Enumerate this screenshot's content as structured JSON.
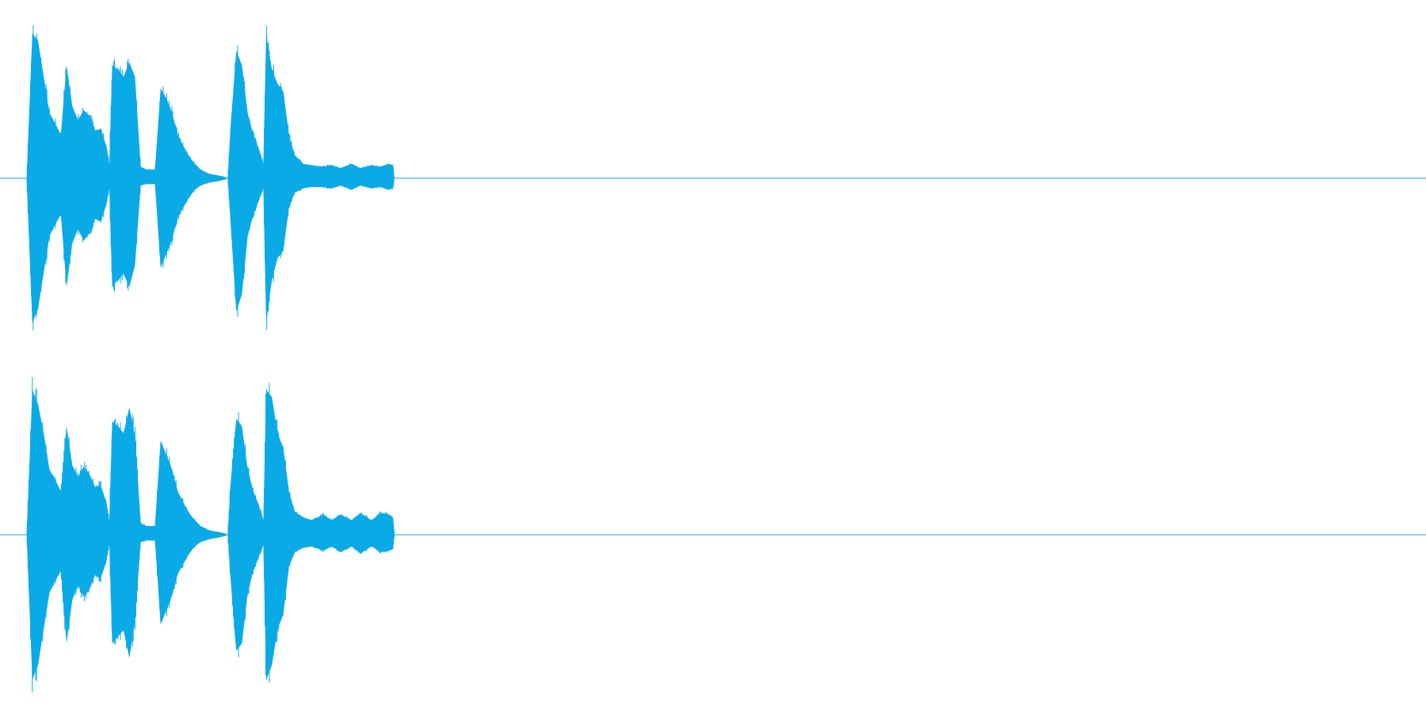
{
  "colors": {
    "background": "#ffffff",
    "waveform": "#0aaae6",
    "baseline": "#0aaae6"
  },
  "tracks": [
    {
      "channel": "left",
      "peak_envelope": [
        [
          0.0,
          0.0
        ],
        [
          0.002,
          0.0
        ],
        [
          0.006,
          1.0
        ],
        [
          0.01,
          0.95
        ],
        [
          0.014,
          0.7
        ],
        [
          0.018,
          0.45
        ],
        [
          0.022,
          0.38
        ],
        [
          0.026,
          0.3
        ],
        [
          0.03,
          0.78
        ],
        [
          0.034,
          0.5
        ],
        [
          0.038,
          0.4
        ],
        [
          0.042,
          0.47
        ],
        [
          0.046,
          0.43
        ],
        [
          0.05,
          0.33
        ],
        [
          0.054,
          0.34
        ],
        [
          0.058,
          0.22
        ],
        [
          0.06,
          0.1
        ],
        [
          0.062,
          0.78
        ],
        [
          0.066,
          0.75
        ],
        [
          0.07,
          0.7
        ],
        [
          0.074,
          0.8
        ],
        [
          0.078,
          0.7
        ],
        [
          0.082,
          0.08
        ],
        [
          0.086,
          0.06
        ],
        [
          0.088,
          0.06
        ],
        [
          0.092,
          0.06
        ],
        [
          0.096,
          0.62
        ],
        [
          0.1,
          0.55
        ],
        [
          0.104,
          0.45
        ],
        [
          0.108,
          0.3
        ],
        [
          0.112,
          0.22
        ],
        [
          0.116,
          0.15
        ],
        [
          0.12,
          0.1
        ],
        [
          0.124,
          0.06
        ],
        [
          0.13,
          0.03
        ],
        [
          0.136,
          0.02
        ],
        [
          0.141,
          0.01
        ],
        [
          0.143,
          0.0
        ],
        [
          0.145,
          0.35
        ],
        [
          0.149,
          0.88
        ],
        [
          0.153,
          0.78
        ],
        [
          0.157,
          0.45
        ],
        [
          0.161,
          0.3
        ],
        [
          0.165,
          0.2
        ],
        [
          0.168,
          0.1
        ],
        [
          0.17,
          1.0
        ],
        [
          0.174,
          0.75
        ],
        [
          0.178,
          0.65
        ],
        [
          0.182,
          0.6
        ],
        [
          0.186,
          0.3
        ],
        [
          0.19,
          0.16
        ],
        [
          0.196,
          0.1
        ],
        [
          0.202,
          0.09
        ],
        [
          0.21,
          0.08
        ],
        [
          0.216,
          0.09
        ],
        [
          0.222,
          0.07
        ],
        [
          0.23,
          0.1
        ],
        [
          0.236,
          0.07
        ],
        [
          0.244,
          0.09
        ],
        [
          0.25,
          0.08
        ],
        [
          0.256,
          0.1
        ],
        [
          0.259,
          0.09
        ],
        [
          0.26,
          0.0
        ]
      ],
      "trough_envelope": [
        [
          0.0,
          0.0
        ],
        [
          0.002,
          0.0
        ],
        [
          0.006,
          1.0
        ],
        [
          0.01,
          0.9
        ],
        [
          0.014,
          0.65
        ],
        [
          0.018,
          0.4
        ],
        [
          0.022,
          0.32
        ],
        [
          0.026,
          0.25
        ],
        [
          0.03,
          0.75
        ],
        [
          0.034,
          0.45
        ],
        [
          0.038,
          0.35
        ],
        [
          0.042,
          0.43
        ],
        [
          0.046,
          0.38
        ],
        [
          0.05,
          0.28
        ],
        [
          0.054,
          0.3
        ],
        [
          0.058,
          0.18
        ],
        [
          0.06,
          0.07
        ],
        [
          0.062,
          0.75
        ],
        [
          0.066,
          0.7
        ],
        [
          0.07,
          0.66
        ],
        [
          0.074,
          0.75
        ],
        [
          0.078,
          0.6
        ],
        [
          0.082,
          0.05
        ],
        [
          0.086,
          0.04
        ],
        [
          0.088,
          0.04
        ],
        [
          0.092,
          0.04
        ],
        [
          0.096,
          0.62
        ],
        [
          0.1,
          0.52
        ],
        [
          0.104,
          0.42
        ],
        [
          0.108,
          0.27
        ],
        [
          0.112,
          0.2
        ],
        [
          0.116,
          0.13
        ],
        [
          0.12,
          0.08
        ],
        [
          0.124,
          0.05
        ],
        [
          0.13,
          0.03
        ],
        [
          0.136,
          0.02
        ],
        [
          0.141,
          0.01
        ],
        [
          0.143,
          0.0
        ],
        [
          0.145,
          0.3
        ],
        [
          0.149,
          0.92
        ],
        [
          0.153,
          0.8
        ],
        [
          0.157,
          0.4
        ],
        [
          0.161,
          0.25
        ],
        [
          0.165,
          0.15
        ],
        [
          0.168,
          0.07
        ],
        [
          0.17,
          1.0
        ],
        [
          0.174,
          0.7
        ],
        [
          0.178,
          0.55
        ],
        [
          0.182,
          0.5
        ],
        [
          0.186,
          0.2
        ],
        [
          0.19,
          0.1
        ],
        [
          0.196,
          0.07
        ],
        [
          0.202,
          0.06
        ],
        [
          0.21,
          0.06
        ],
        [
          0.216,
          0.07
        ],
        [
          0.222,
          0.05
        ],
        [
          0.23,
          0.08
        ],
        [
          0.236,
          0.05
        ],
        [
          0.244,
          0.07
        ],
        [
          0.25,
          0.06
        ],
        [
          0.256,
          0.08
        ],
        [
          0.259,
          0.07
        ],
        [
          0.26,
          0.0
        ]
      ]
    },
    {
      "channel": "right",
      "peak_envelope": [
        [
          0.0,
          0.0
        ],
        [
          0.002,
          0.0
        ],
        [
          0.006,
          1.0
        ],
        [
          0.01,
          0.9
        ],
        [
          0.014,
          0.7
        ],
        [
          0.018,
          0.45
        ],
        [
          0.022,
          0.38
        ],
        [
          0.026,
          0.3
        ],
        [
          0.03,
          0.75
        ],
        [
          0.034,
          0.48
        ],
        [
          0.038,
          0.4
        ],
        [
          0.042,
          0.47
        ],
        [
          0.046,
          0.42
        ],
        [
          0.05,
          0.33
        ],
        [
          0.054,
          0.34
        ],
        [
          0.058,
          0.22
        ],
        [
          0.06,
          0.1
        ],
        [
          0.062,
          0.78
        ],
        [
          0.066,
          0.75
        ],
        [
          0.07,
          0.7
        ],
        [
          0.074,
          0.88
        ],
        [
          0.078,
          0.68
        ],
        [
          0.082,
          0.08
        ],
        [
          0.086,
          0.06
        ],
        [
          0.088,
          0.06
        ],
        [
          0.092,
          0.06
        ],
        [
          0.096,
          0.65
        ],
        [
          0.1,
          0.55
        ],
        [
          0.104,
          0.45
        ],
        [
          0.108,
          0.3
        ],
        [
          0.112,
          0.22
        ],
        [
          0.116,
          0.15
        ],
        [
          0.12,
          0.1
        ],
        [
          0.124,
          0.06
        ],
        [
          0.13,
          0.03
        ],
        [
          0.136,
          0.02
        ],
        [
          0.141,
          0.01
        ],
        [
          0.143,
          0.0
        ],
        [
          0.145,
          0.35
        ],
        [
          0.149,
          0.8
        ],
        [
          0.153,
          0.75
        ],
        [
          0.157,
          0.45
        ],
        [
          0.161,
          0.3
        ],
        [
          0.165,
          0.2
        ],
        [
          0.168,
          0.1
        ],
        [
          0.17,
          1.0
        ],
        [
          0.174,
          0.95
        ],
        [
          0.178,
          0.7
        ],
        [
          0.182,
          0.6
        ],
        [
          0.186,
          0.3
        ],
        [
          0.19,
          0.16
        ],
        [
          0.196,
          0.12
        ],
        [
          0.202,
          0.1
        ],
        [
          0.21,
          0.14
        ],
        [
          0.216,
          0.1
        ],
        [
          0.222,
          0.14
        ],
        [
          0.23,
          0.1
        ],
        [
          0.236,
          0.15
        ],
        [
          0.244,
          0.1
        ],
        [
          0.25,
          0.15
        ],
        [
          0.256,
          0.14
        ],
        [
          0.259,
          0.12
        ],
        [
          0.26,
          0.0
        ]
      ],
      "trough_envelope": [
        [
          0.0,
          0.0
        ],
        [
          0.002,
          0.0
        ],
        [
          0.006,
          1.0
        ],
        [
          0.01,
          0.9
        ],
        [
          0.014,
          0.65
        ],
        [
          0.018,
          0.4
        ],
        [
          0.022,
          0.32
        ],
        [
          0.026,
          0.25
        ],
        [
          0.03,
          0.75
        ],
        [
          0.034,
          0.45
        ],
        [
          0.038,
          0.35
        ],
        [
          0.042,
          0.43
        ],
        [
          0.046,
          0.38
        ],
        [
          0.05,
          0.28
        ],
        [
          0.054,
          0.3
        ],
        [
          0.058,
          0.18
        ],
        [
          0.06,
          0.07
        ],
        [
          0.062,
          0.75
        ],
        [
          0.066,
          0.7
        ],
        [
          0.07,
          0.66
        ],
        [
          0.074,
          0.85
        ],
        [
          0.078,
          0.6
        ],
        [
          0.082,
          0.05
        ],
        [
          0.086,
          0.04
        ],
        [
          0.088,
          0.04
        ],
        [
          0.092,
          0.04
        ],
        [
          0.096,
          0.62
        ],
        [
          0.1,
          0.52
        ],
        [
          0.104,
          0.42
        ],
        [
          0.108,
          0.27
        ],
        [
          0.112,
          0.2
        ],
        [
          0.116,
          0.13
        ],
        [
          0.12,
          0.08
        ],
        [
          0.124,
          0.05
        ],
        [
          0.13,
          0.03
        ],
        [
          0.136,
          0.02
        ],
        [
          0.141,
          0.01
        ],
        [
          0.143,
          0.0
        ],
        [
          0.145,
          0.3
        ],
        [
          0.149,
          0.8
        ],
        [
          0.153,
          0.75
        ],
        [
          0.157,
          0.4
        ],
        [
          0.161,
          0.25
        ],
        [
          0.165,
          0.15
        ],
        [
          0.168,
          0.07
        ],
        [
          0.17,
          1.0
        ],
        [
          0.174,
          0.9
        ],
        [
          0.178,
          0.65
        ],
        [
          0.182,
          0.55
        ],
        [
          0.186,
          0.22
        ],
        [
          0.19,
          0.12
        ],
        [
          0.196,
          0.09
        ],
        [
          0.202,
          0.08
        ],
        [
          0.21,
          0.11
        ],
        [
          0.216,
          0.08
        ],
        [
          0.222,
          0.12
        ],
        [
          0.23,
          0.08
        ],
        [
          0.236,
          0.13
        ],
        [
          0.244,
          0.08
        ],
        [
          0.25,
          0.12
        ],
        [
          0.256,
          0.11
        ],
        [
          0.259,
          0.1
        ],
        [
          0.26,
          0.0
        ]
      ]
    }
  ]
}
